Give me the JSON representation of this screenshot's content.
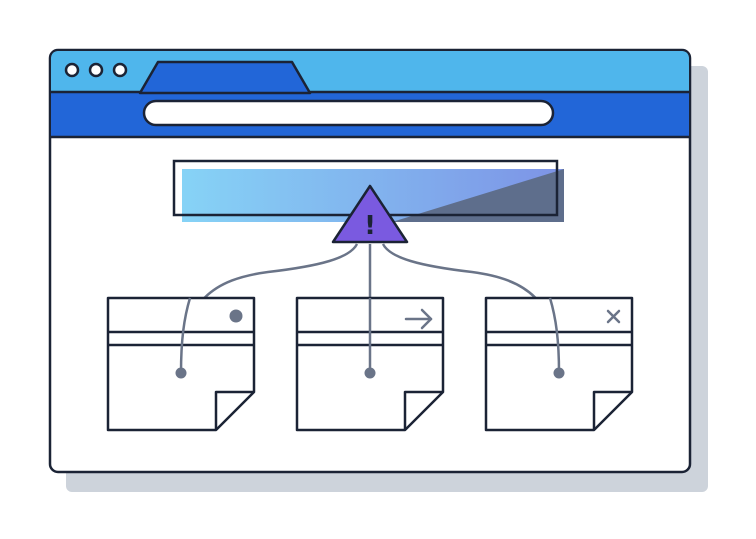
{
  "colors": {
    "background": "#ffffff",
    "shadow": "#cdd3db",
    "outline": "#1b2335",
    "titlebar": "#4fb6ec",
    "toolbar": "#2266d8",
    "window_body": "#ffffff",
    "address_bar": "#ffffff",
    "banner_gradient_start": "#86d3f6",
    "banner_gradient_end": "#7d93e6",
    "banner_dark": "#5e6e8c",
    "warning": "#7a5ae0",
    "connector": "#6a7488"
  },
  "window": {
    "controls": [
      "dot",
      "dot",
      "dot"
    ]
  },
  "warning_icon": {
    "glyph": "!"
  },
  "cards": [
    {
      "badge_icon": "dot-icon"
    },
    {
      "badge_icon": "arrow-right-icon"
    },
    {
      "badge_icon": "close-icon"
    }
  ]
}
